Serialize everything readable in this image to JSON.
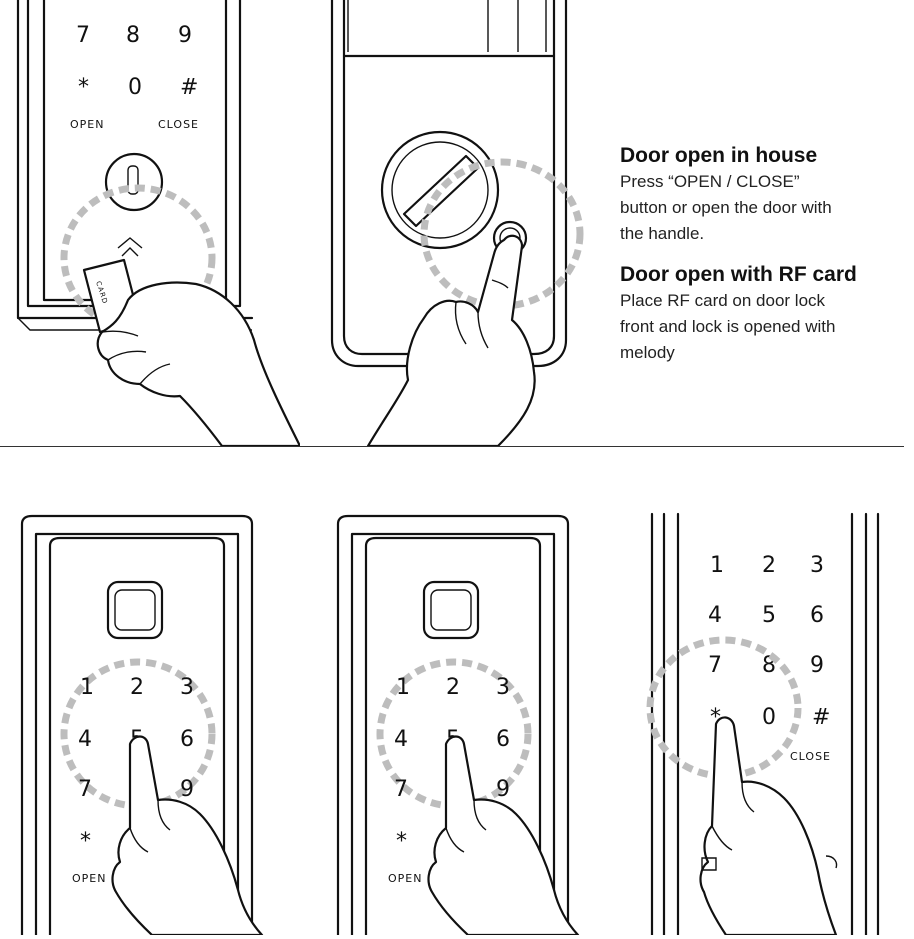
{
  "instructions": [
    {
      "heading": "Door open in house",
      "body": "Press  “OPEN / CLOSE”\nbutton or open the door with\nthe handle."
    },
    {
      "heading": "Door open with RF card",
      "body": "Place RF card on door lock\nfront and lock is opened with\nmelody"
    }
  ],
  "keypad": {
    "keys_row_789": [
      "7",
      "8",
      "9"
    ],
    "keys_row_star0hash": [
      "*",
      "0",
      "#"
    ],
    "keys_full": [
      [
        "1",
        "2",
        "3"
      ],
      [
        "4",
        "5",
        "6"
      ],
      [
        "7",
        "8",
        "9"
      ]
    ],
    "open_label": "OPEN",
    "close_label": "CLOSE",
    "card_label": "CARD"
  }
}
